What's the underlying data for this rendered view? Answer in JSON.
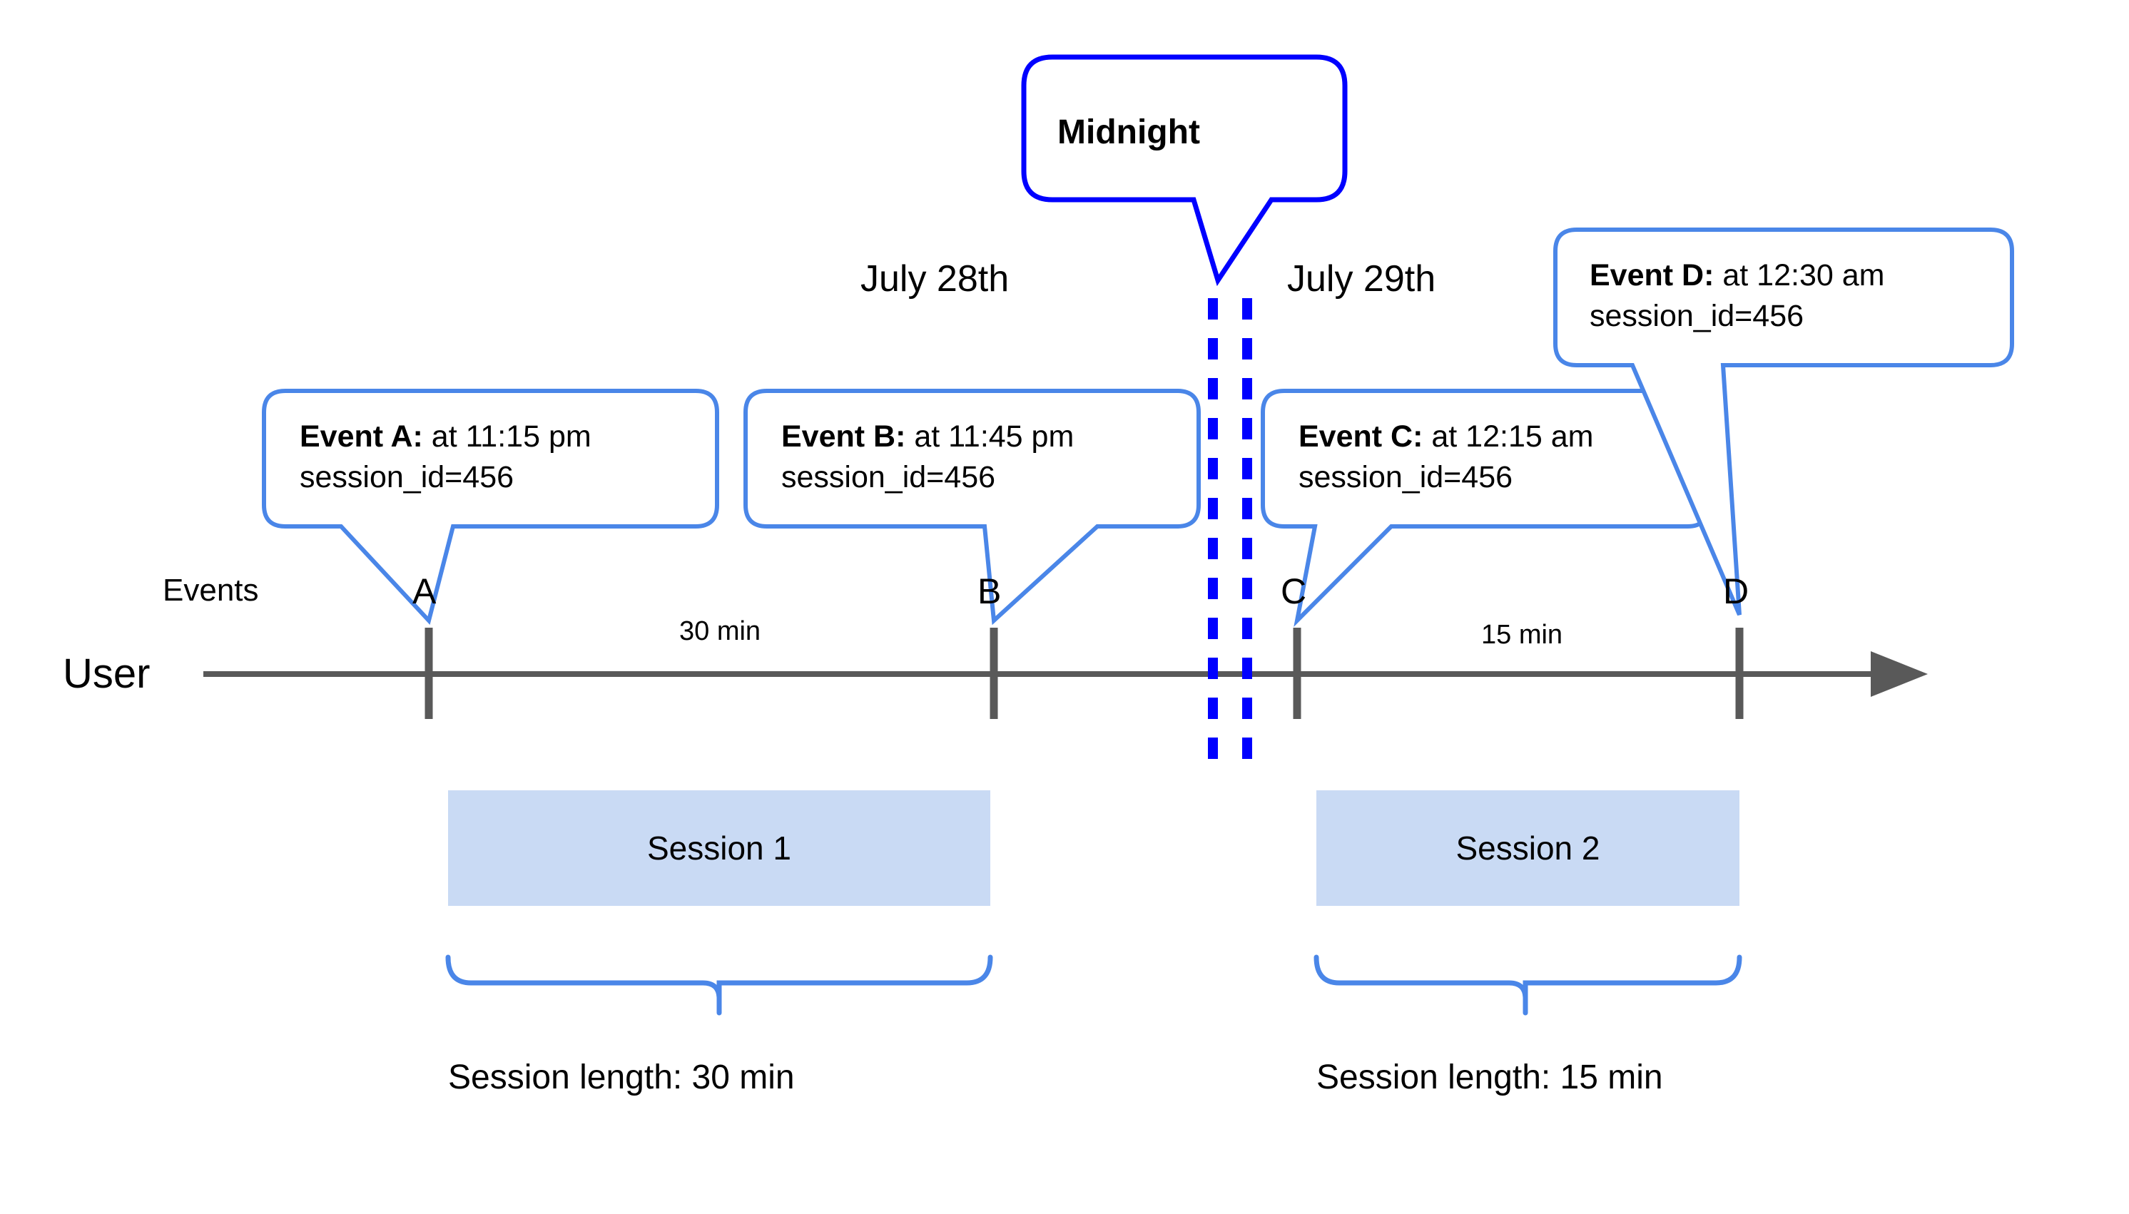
{
  "diagram": {
    "title_callout": {
      "label": "Midnight"
    },
    "axis": {
      "row_label_user": "User",
      "row_label_events": "Events",
      "arrow_direction": "right"
    },
    "dates": [
      {
        "label": "July 28th"
      },
      {
        "label": "July 29th"
      }
    ],
    "events": [
      {
        "marker": "A",
        "bold": "Event A:",
        "detail": " at 11:15 pm",
        "line2": "session_id=456"
      },
      {
        "marker": "B",
        "bold": "Event B:",
        "detail": " at 11:45 pm",
        "line2": "session_id=456"
      },
      {
        "marker": "C",
        "bold": "Event C:",
        "detail": " at 12:15 am",
        "line2": "session_id=456"
      },
      {
        "marker": "D",
        "bold": "Event D:",
        "detail": " at 12:30 am",
        "line2": "session_id=456"
      }
    ],
    "gaps": [
      {
        "label": "30 min"
      },
      {
        "label": "15 min"
      }
    ],
    "sessions": [
      {
        "name": "Session 1",
        "length_label": "Session length: 30 min"
      },
      {
        "name": "Session 2",
        "length_label": "Session length: 15 min"
      }
    ],
    "colors": {
      "callout_border": "#4a86e8",
      "midnight_border": "#0000ff",
      "midnight_divider": "#0000ff",
      "session_fill": "#c9daf4",
      "axis": "#595959",
      "brace": "#4a86e8",
      "text": "#000000"
    }
  }
}
